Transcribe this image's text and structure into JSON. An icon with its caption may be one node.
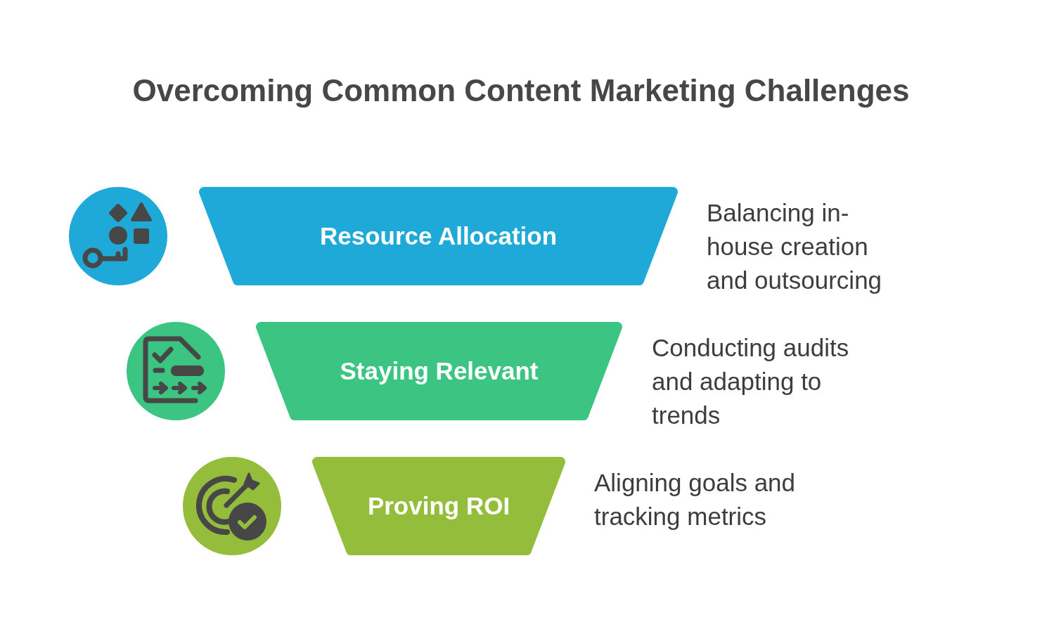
{
  "diagram": {
    "title": "Overcoming Common Content Marketing Challenges",
    "nodes": [
      {
        "text": [
          "Resource Allocation"
        ],
        "beside": [
          "Balancing in-house creation and outsourcing"
        ]
      },
      {
        "text": [
          "Staying Relevant"
        ],
        "beside": [
          "Conducting audits and adapting to trends"
        ]
      },
      {
        "text": [
          "Proving ROI"
        ],
        "beside": [
          "Aligning goals and tracking metrics"
        ]
      }
    ]
  }
}
